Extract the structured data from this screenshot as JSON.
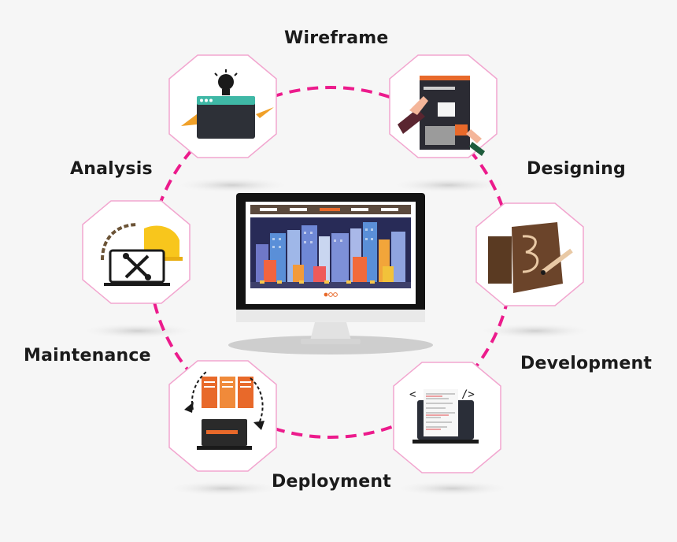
{
  "diagram": {
    "stages": [
      {
        "label": "Wireframe",
        "icon": "wireframe-icon"
      },
      {
        "label": "Designing",
        "icon": "designing-icon"
      },
      {
        "label": "Development",
        "icon": "development-icon"
      },
      {
        "label": "Deployment",
        "icon": "deployment-icon"
      },
      {
        "label": "Maintenance",
        "icon": "maintenance-icon"
      },
      {
        "label": "Analysis",
        "icon": "analysis-icon"
      }
    ],
    "center_icon": "monitor-city-icon",
    "colors": {
      "ring": "#ec1b8c",
      "hexagon": "#f2a6cf",
      "accent_orange": "#e8692a",
      "dark": "#2d2d38"
    }
  }
}
